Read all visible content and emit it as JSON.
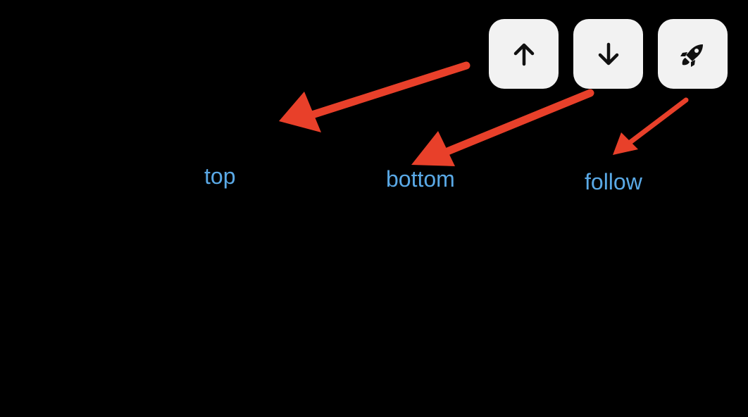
{
  "labels": {
    "top": "top",
    "bottom": "bottom",
    "follow": "follow"
  },
  "icons": {
    "top_button": "arrow-up-icon",
    "bottom_button": "arrow-down-icon",
    "follow_button": "rocket-icon"
  },
  "colors": {
    "background": "#000000",
    "button_bg": "#f2f2f2",
    "icon": "#111111",
    "label_text": "#5aa9e6",
    "annotation_arrow": "#e8402a"
  }
}
